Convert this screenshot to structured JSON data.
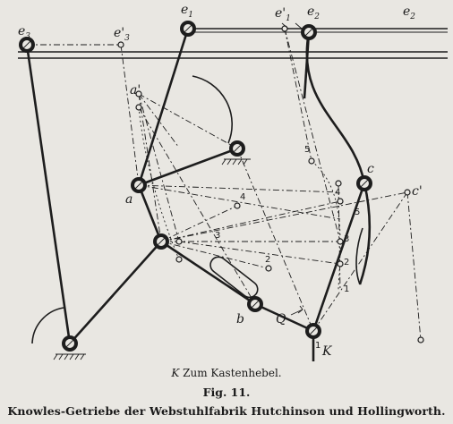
{
  "figure": {
    "labels": {
      "e1": "e",
      "e1_sub": "1",
      "e1_prime": "e'",
      "e1_prime_sub": "1",
      "e2": "e",
      "e2_sub": "2",
      "e2_prime": "e",
      "e2_prime_sub": "2",
      "e3": "e",
      "e3_sub": "3",
      "e3_prime": "e'",
      "e3_prime_sub": "3",
      "a": "a",
      "a_prime": "a'",
      "b": "b",
      "c": "c",
      "c_prime": "c'",
      "Q": "Q",
      "K": "K",
      "n1": "1",
      "n2": "2",
      "n3": "3",
      "n4": "4",
      "n5": "5",
      "n1p": "1",
      "n2p": "2",
      "n3p": "3",
      "n4p": "4",
      "n5p": "5"
    }
  },
  "caption": {
    "k_letter": "K",
    "k_text": "Zum Kastenhebel.",
    "fig": "Fig. 11.",
    "title": "Knowles-Getriebe der Webstuhlfabrik Hutchinson und Hollingworth."
  }
}
